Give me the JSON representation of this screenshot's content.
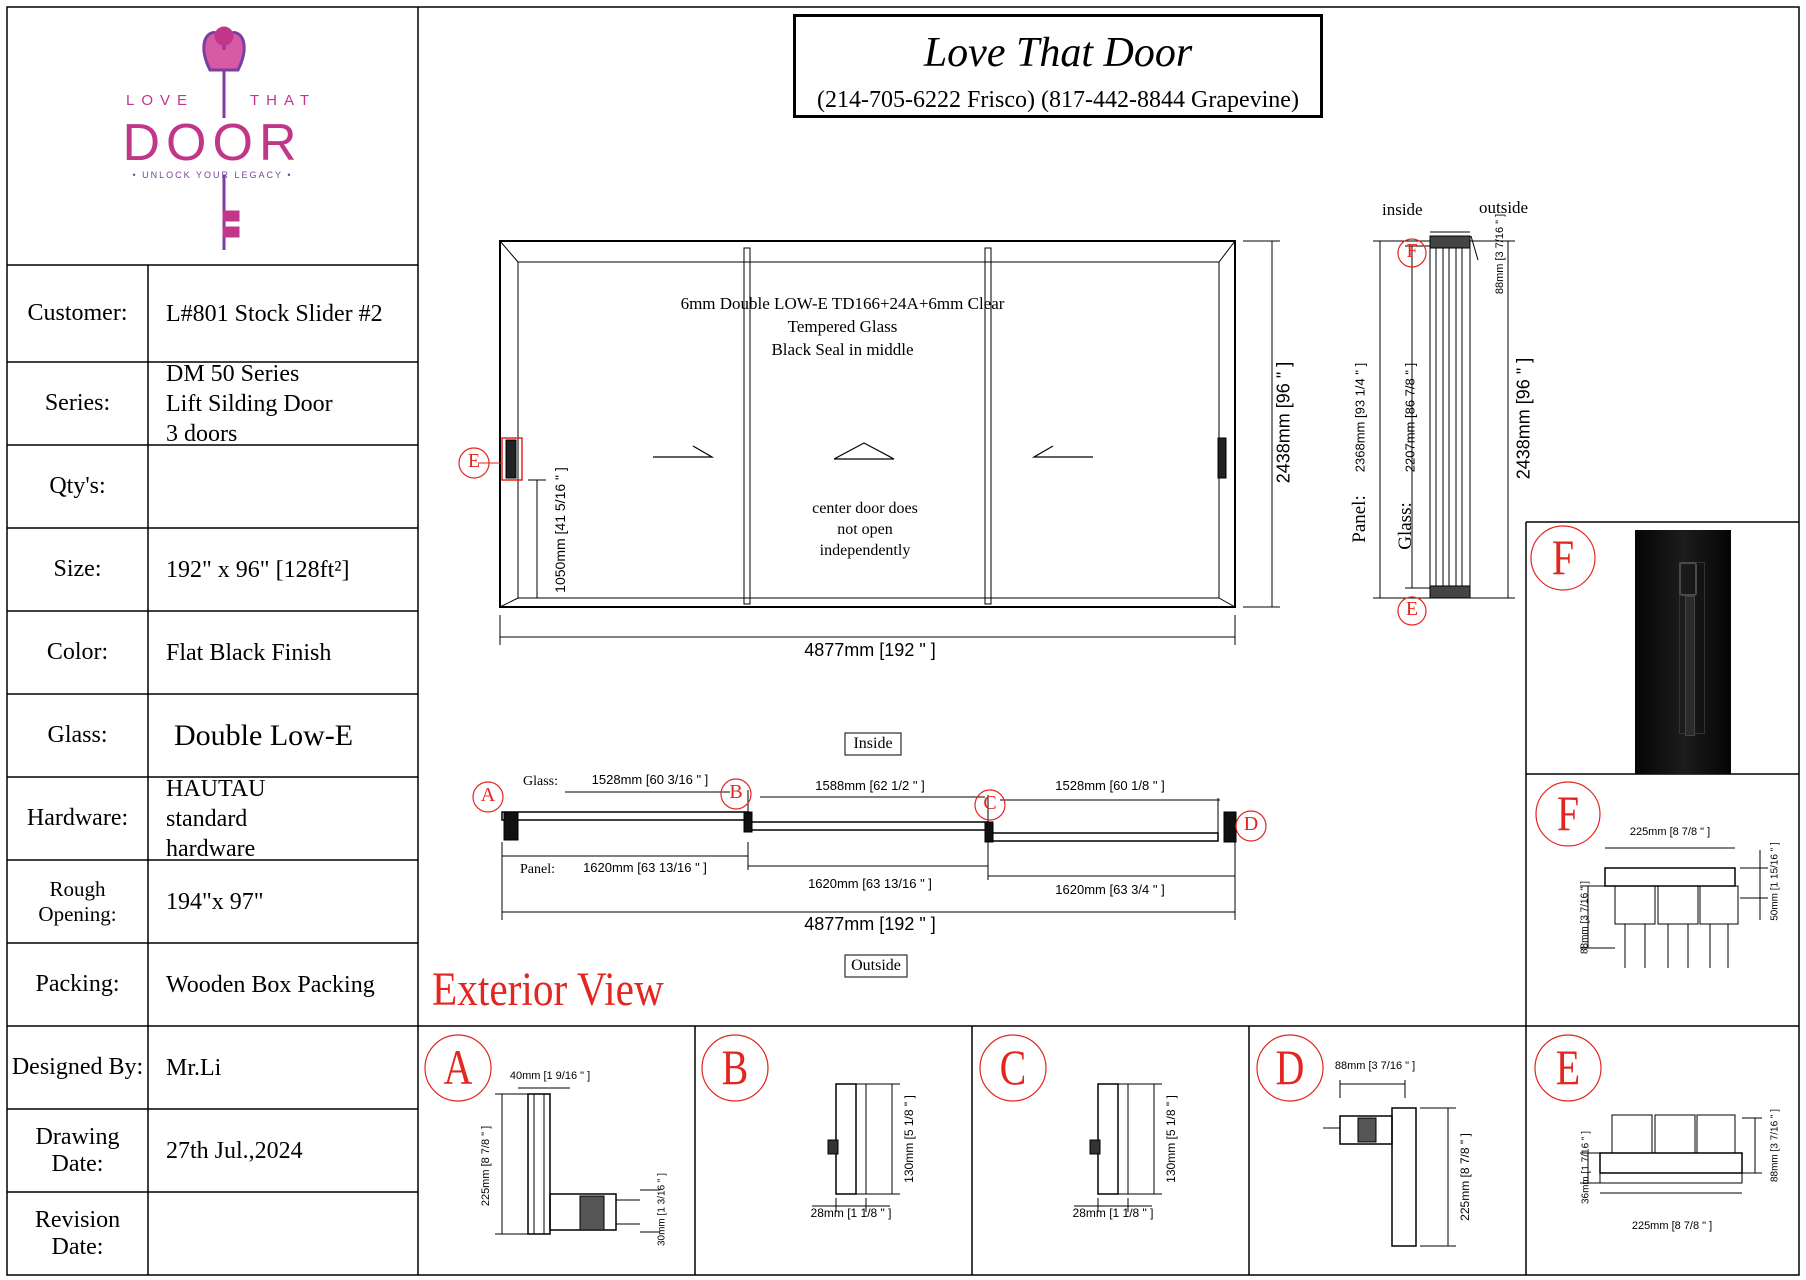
{
  "header": {
    "title": "Love That Door",
    "phones": "(214-705-6222 Frisco) (817-442-8844 Grapevine)"
  },
  "logo": {
    "text_top_left": "LOVE",
    "text_top_right": "THAT",
    "text_main": "DOOR",
    "tagline": "• UNLOCK YOUR LEGACY •",
    "colors": {
      "primary": "#c2368a",
      "secondary": "#7a3fa0"
    }
  },
  "spec_table": [
    {
      "label": "Customer:",
      "value": "L#801 Stock Slider #2"
    },
    {
      "label": "Series:",
      "value": "DM 50 Series Lift Silding Door 3 doors"
    },
    {
      "label": "Qty's:",
      "value": ""
    },
    {
      "label": "Size:",
      "value": "192\" x 96\" [128ft²]"
    },
    {
      "label": "Color:",
      "value": "Flat Black Finish"
    },
    {
      "label": "Glass:",
      "value": "Double Low-E"
    },
    {
      "label": "Hardware:",
      "value": "HAUTAU standard hardware"
    },
    {
      "label": "Rough Opening:",
      "value": "194\"x 97\""
    },
    {
      "label": "Packing:",
      "value": "Wooden Box Packing"
    },
    {
      "label": "Designed By:",
      "value": "Mr.Li"
    },
    {
      "label": "Drawing Date:",
      "value": "27th Jul.,2024"
    },
    {
      "label": "Revision Date:",
      "value": ""
    }
  ],
  "elevation": {
    "glass_note": [
      "6mm Double LOW-E TD166+24A+6mm Clear",
      "Tempered  Glass",
      "Black Seal in middle"
    ],
    "center_note": [
      "center door does",
      "not open",
      "independently"
    ],
    "width_dim": "4877mm  [192 \" ]",
    "height_dim": "2438mm  [96 \" ]",
    "handle_height_dim": "1050mm  [41 5/16 \" ]",
    "callout_e": "E"
  },
  "section": {
    "inside_label": "inside",
    "outside_label": "outside",
    "depth_dim": "88mm [3 7/16 \" ]",
    "panel_label": "Panel:",
    "panel_dim": "2368mm [93 1/4 \" ]",
    "glass_label": "Glass:",
    "glass_dim": "2207mm [86 7/8 \" ]",
    "height_dim": "2438mm  [96 \" ]",
    "callout_top": "F",
    "callout_bottom": "E"
  },
  "plan": {
    "inside_label": "Inside",
    "outside_label": "Outside",
    "glass_label": "Glass:",
    "glass_dims": [
      "1528mm  [60 3/16 \" ]",
      "1588mm  [62 1/2 \" ]",
      "1528mm  [60 1/8 \" ]"
    ],
    "panel_label": "Panel:",
    "panel_dims": [
      "1620mm  [63 13/16 \" ]",
      "1620mm  [63 13/16 \" ]",
      "1620mm  [63 3/4 \" ]"
    ],
    "overall_dim": "4877mm  [192 \" ]",
    "callouts": [
      "A",
      "B",
      "C",
      "D"
    ]
  },
  "exterior_view_label": "Exterior View",
  "details": {
    "F_photo_callout": "F",
    "F_profile": {
      "callout": "F",
      "width": "225mm  [8 7/8 \" ]",
      "height": "88mm [3 7/16 \" ]",
      "side": "50mm [1 15/16 \" ]"
    },
    "A": {
      "callout": "A",
      "top": "40mm  [1 9/16 \" ]",
      "height": "225mm  [8 7/8 \" ]",
      "side": "30mm  [1 3/16 \" ]"
    },
    "B": {
      "callout": "B",
      "height": "130mm  [5 1/8 \" ]",
      "width": "28mm  [1 1/8 \" ]"
    },
    "C": {
      "callout": "C",
      "height": "130mm  [5 1/8 \" ]",
      "width": "28mm  [1 1/8 \" ]"
    },
    "D": {
      "callout": "D",
      "top": "88mm  [3 7/16 \" ]",
      "height": "225mm  [8 7/8 \" ]"
    },
    "E": {
      "callout": "E",
      "width": "225mm  [8 7/8 \" ]",
      "height": "88mm  [3 7/16 \" ]",
      "side": "36mm  [1 7/16 \" ]"
    }
  },
  "colors": {
    "callout_red": "#e3261f",
    "line": "#000000"
  }
}
